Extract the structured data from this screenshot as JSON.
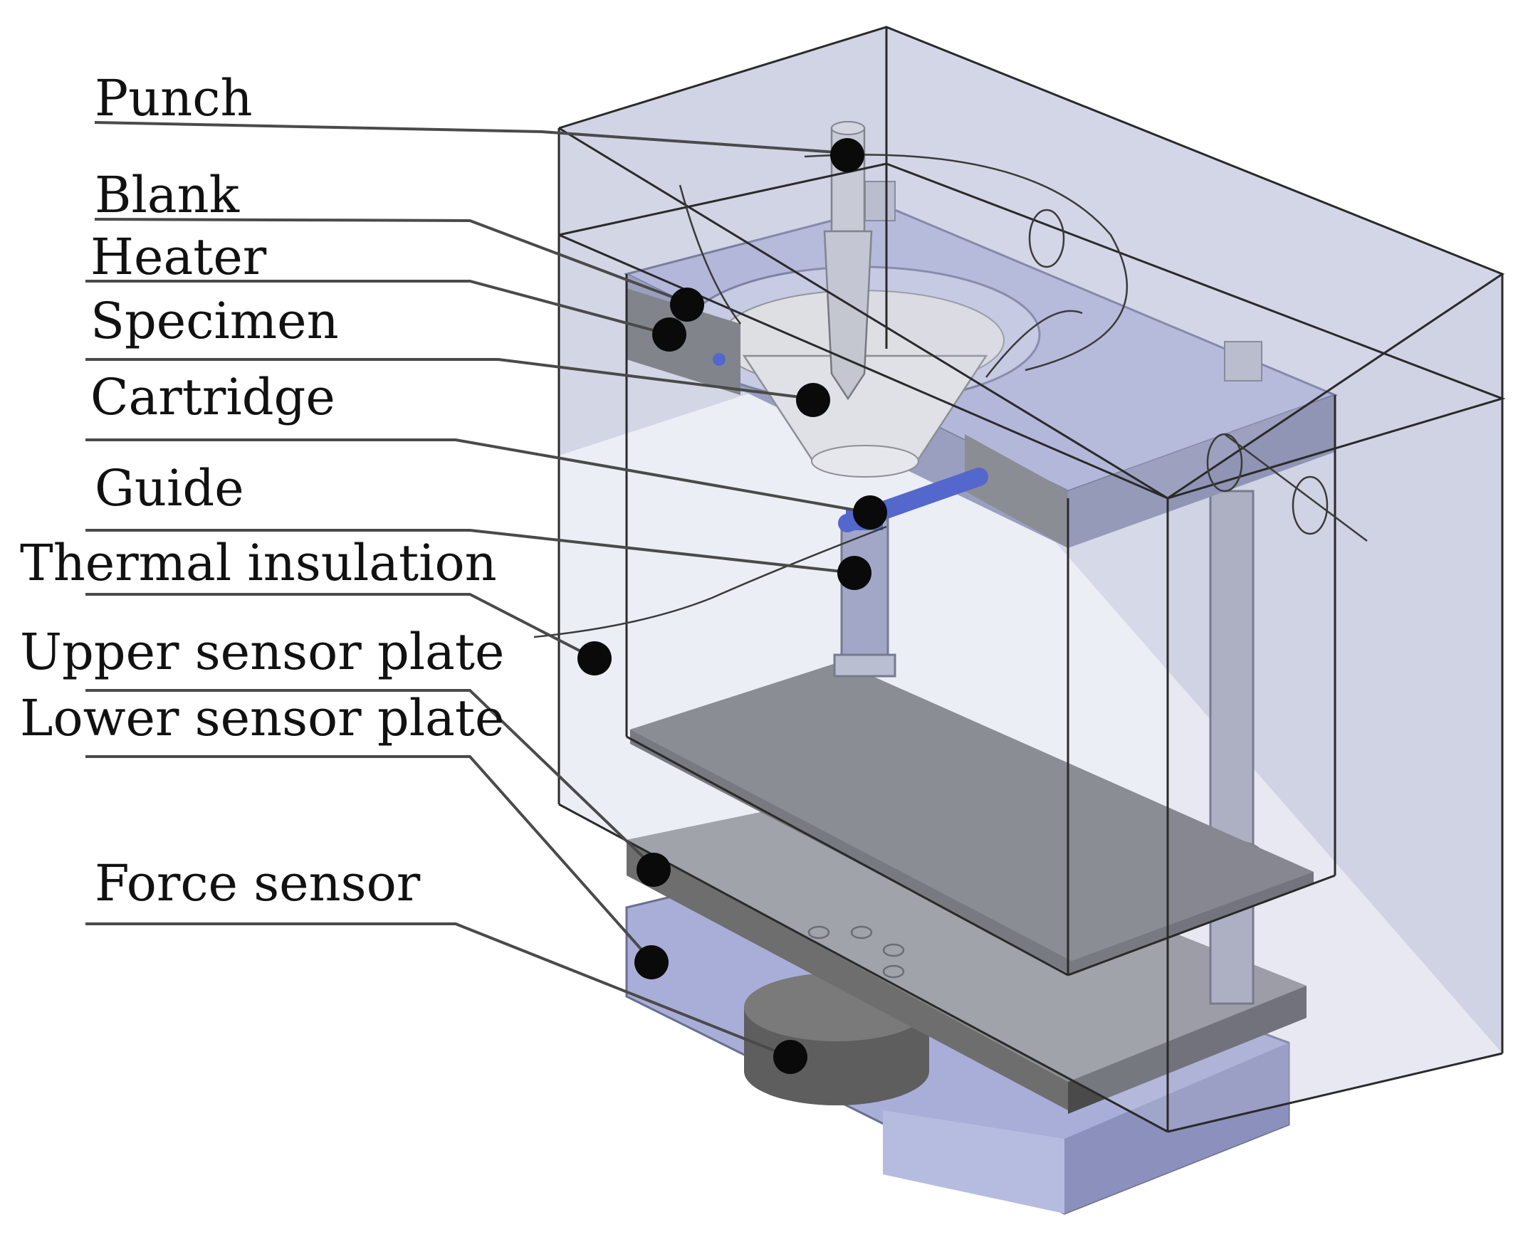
{
  "labels": [
    {
      "id": "punch",
      "text": "Punch"
    },
    {
      "id": "blank",
      "text": "Blank"
    },
    {
      "id": "heater",
      "text": "Heater"
    },
    {
      "id": "specimen",
      "text": "Specimen"
    },
    {
      "id": "cartridge",
      "text": "Cartridge"
    },
    {
      "id": "guide",
      "text": "Guide"
    },
    {
      "id": "thermal-insulation",
      "text": "Thermal insulation"
    },
    {
      "id": "upper-sensor-plate",
      "text": "Upper sensor plate"
    },
    {
      "id": "lower-sensor-plate",
      "text": "Lower sensor plate"
    },
    {
      "id": "force-sensor",
      "text": "Force sensor"
    }
  ],
  "colors": {
    "enclosure": "#b9bfd6",
    "blue_part": "#9ea4cf",
    "dark_plate": "#5a5a5a",
    "cone": "#ecebe8",
    "pin": "#1530c0",
    "dot": "#0a0a0a",
    "leader": "#4a4a4a"
  }
}
